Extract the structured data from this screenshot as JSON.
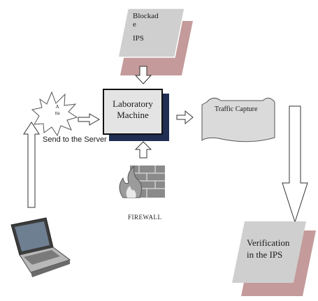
{
  "nodes": {
    "ips_top": {
      "line1": "Blockad",
      "line2": "e",
      "line3": "IPS"
    },
    "attack": {
      "line1": "A",
      "line2": "tta"
    },
    "send_label": "Send to the Server",
    "lab_machine": {
      "line1": "Laboratory",
      "line2": "Machine"
    },
    "traffic": "Traffic Capture",
    "firewall_label": "FIREWALL",
    "verification": {
      "line1": "Verification",
      "line2": "in the IPS"
    }
  },
  "icons": [
    "laptop-icon",
    "firewall-icon",
    "burst-icon"
  ],
  "colors": {
    "panel_fill": "#d0d0d0",
    "panel_shadow": "#c49a9a",
    "lab_shadow": "#1f2e52",
    "lab_fill": "#e4e4e4"
  }
}
